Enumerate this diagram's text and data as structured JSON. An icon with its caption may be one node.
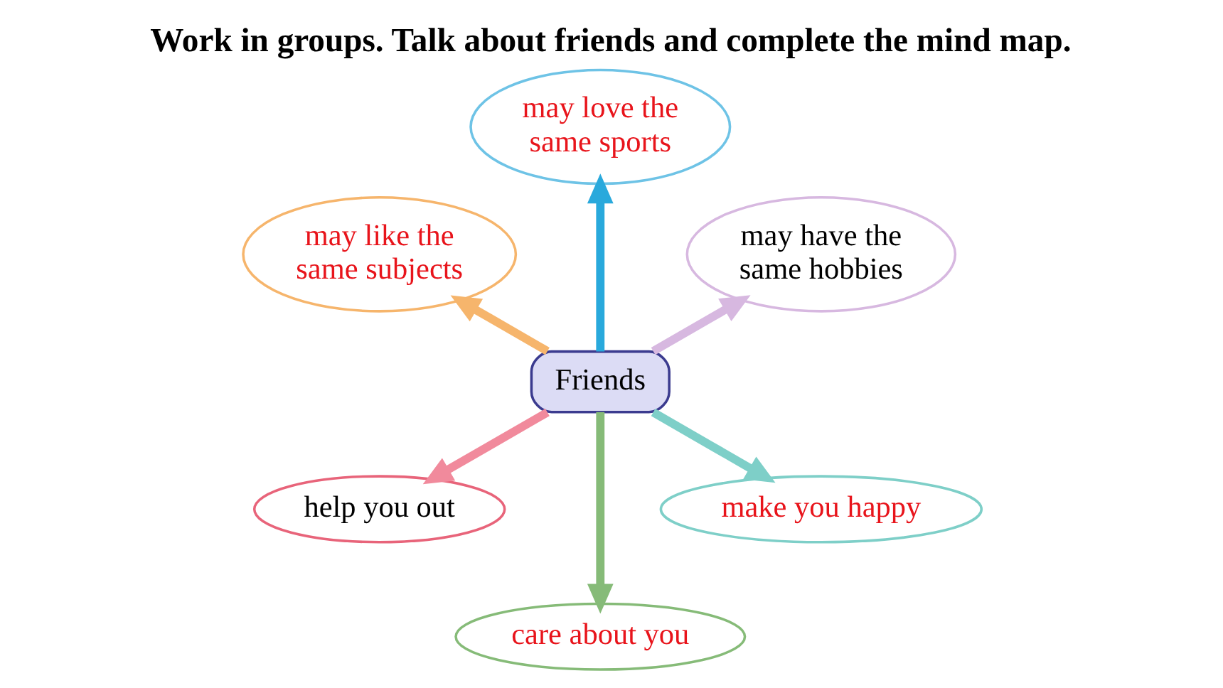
{
  "diagram": {
    "title": "Work in groups. Talk about friends and complete the mind map.",
    "nodes": [
      {
        "text": [
          "may love the same sports"
        ]
      },
      {
        "text": [
          "may like the same subjects"
        ]
      },
      {
        "text": [
          "may have the same hobbies"
        ]
      },
      {
        "text": [
          "Friends"
        ]
      },
      {
        "text": [
          "help you out"
        ]
      },
      {
        "text": [
          "make you happy"
        ]
      },
      {
        "text": [
          "care about you"
        ]
      }
    ],
    "edges": [
      {
        "from": 3,
        "to": 0,
        "arrow": "to",
        "color": "#29a9dc"
      },
      {
        "from": 3,
        "to": 2,
        "arrow": "to",
        "color": "#d7b8e0"
      },
      {
        "from": 3,
        "to": 5,
        "arrow": "to",
        "color": "#7ecfc8"
      },
      {
        "from": 3,
        "to": 6,
        "arrow": "to",
        "color": "#86bb78"
      },
      {
        "from": 3,
        "to": 4,
        "arrow": "to",
        "color": "#f18a9c"
      },
      {
        "from": 3,
        "to": 1,
        "arrow": "to",
        "color": "#f6b56c"
      }
    ]
  }
}
